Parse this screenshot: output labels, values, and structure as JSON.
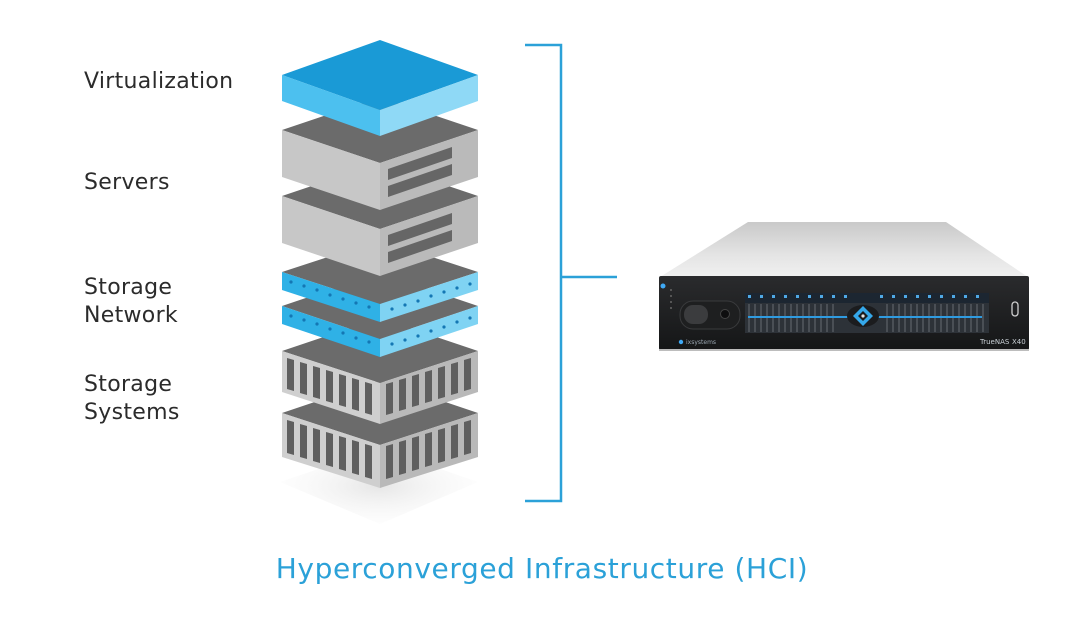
{
  "diagram": {
    "title": "Hyperconverged Infrastructure (HCI)",
    "layers": [
      {
        "label": "Virtualization",
        "type": "virtualization",
        "color": "#1a9ad6"
      },
      {
        "label": "Servers",
        "type": "server",
        "count": 2,
        "color": "#bdbdbd"
      },
      {
        "label": "Storage\nNetwork",
        "label_lines": [
          "Storage",
          "Network"
        ],
        "type": "network",
        "count": 2,
        "color": "#35b3e6"
      },
      {
        "label": "Storage\nSystems",
        "label_lines": [
          "Storage",
          "Systems"
        ],
        "type": "storage",
        "count": 2,
        "color": "#bdbdbd"
      }
    ],
    "bracket_color": "#2ba1d8",
    "appliance": {
      "description": "rack-mounted storage appliance",
      "brand_text": "ixsystems",
      "model_text": "TrueNAS",
      "model_suffix": "X40",
      "accent": "#2f9be0"
    }
  },
  "colors": {
    "accent": "#2ba1d8",
    "label_text": "#2b2b2b",
    "dark_grey": "#6b6b6b",
    "light_grey": "#c4c4c4"
  }
}
